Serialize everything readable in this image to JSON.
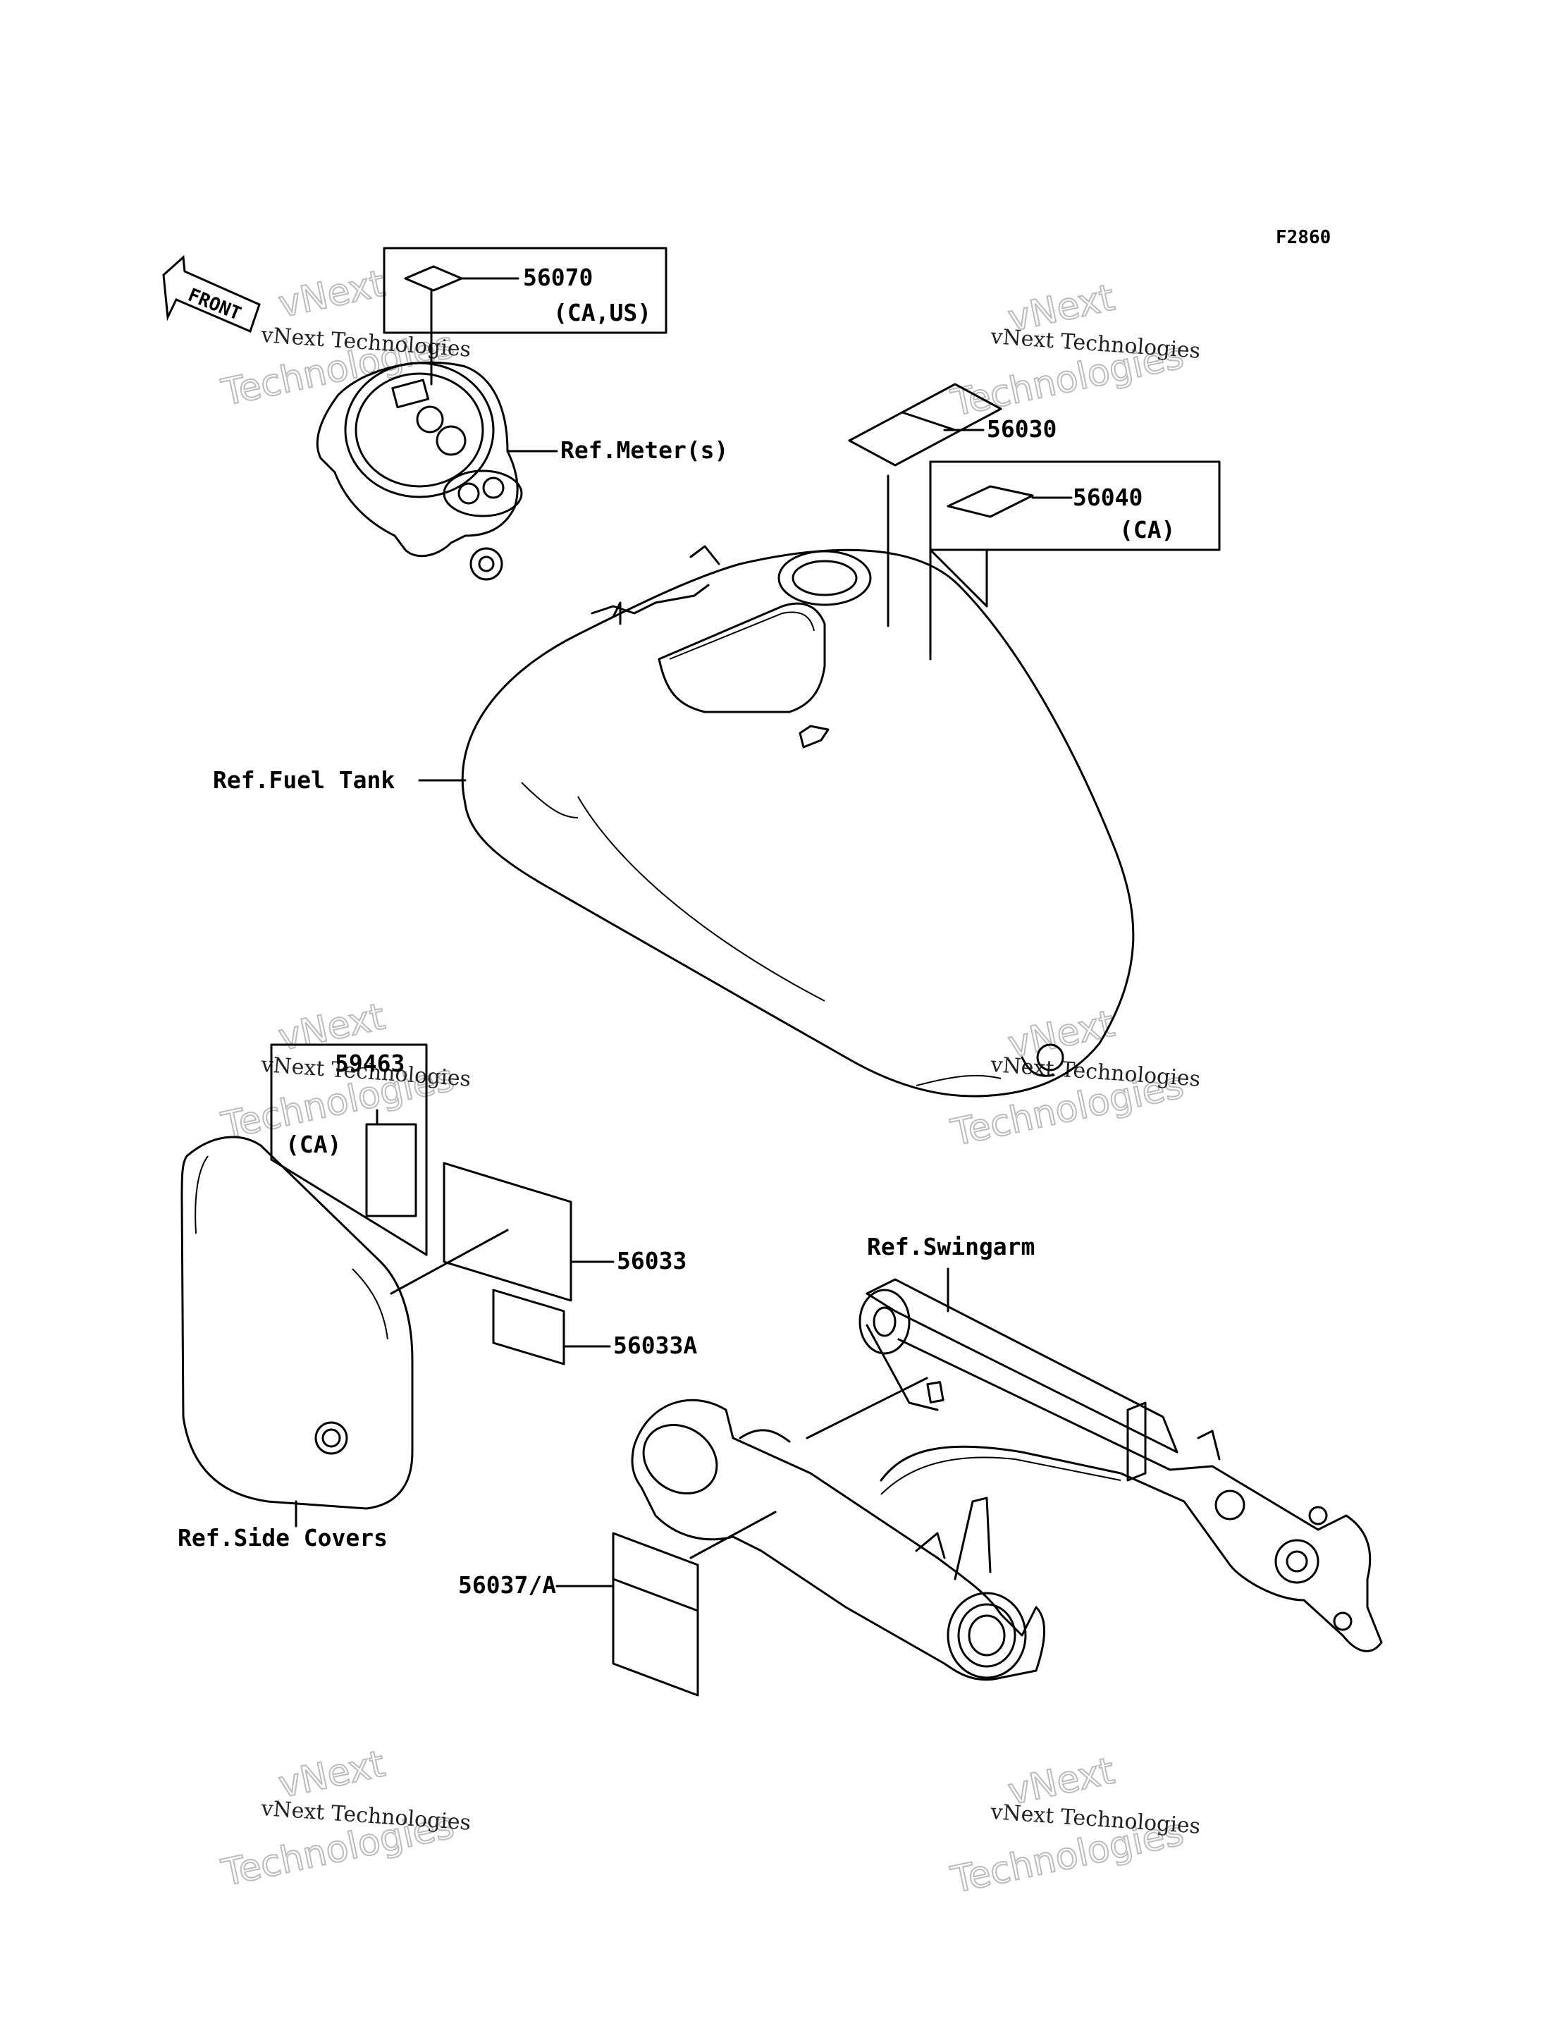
{
  "figure_code": "F2860",
  "front_arrow_text": "FRONT",
  "parts": {
    "p56070": "56070",
    "p56070_note": "(CA,US)",
    "p56030": "56030",
    "p56040": "56040",
    "p56040_note": "(CA)",
    "p59463": "59463",
    "p59463_note": "(CA)",
    "p56033": "56033",
    "p56033A": "56033A",
    "p56037": "56037/A"
  },
  "references": {
    "meter": "Ref.Meter(s)",
    "fuel_tank": "Ref.Fuel Tank",
    "swingarm": "Ref.Swingarm",
    "side_covers": "Ref.Side Covers"
  },
  "watermark": {
    "line1": "vNext Technologies",
    "line2a": "vNext",
    "line2b": "Technologies"
  }
}
